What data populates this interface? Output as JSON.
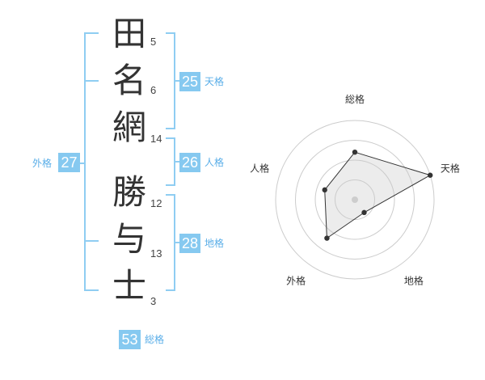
{
  "name_chars": [
    {
      "char": "田",
      "strokes": "5"
    },
    {
      "char": "名",
      "strokes": "6"
    },
    {
      "char": "網",
      "strokes": "14"
    },
    {
      "char": "勝",
      "strokes": "12"
    },
    {
      "char": "与",
      "strokes": "13"
    },
    {
      "char": "士",
      "strokes": "3"
    }
  ],
  "fortunes": {
    "tenkaku": {
      "value": "25",
      "label": "天格"
    },
    "jinkaku": {
      "value": "26",
      "label": "人格"
    },
    "chikaku": {
      "value": "28",
      "label": "地格"
    },
    "gaikaku": {
      "value": "27",
      "label": "外格"
    },
    "soukaku": {
      "value": "53",
      "label": "総格"
    }
  },
  "colors": {
    "accent": "#86c9f0",
    "accent_text": "#5aaee8",
    "bracket": "#8fcdf2",
    "text": "#333333"
  },
  "chart_data": {
    "type": "radar",
    "axes": [
      "総格",
      "天格",
      "地格",
      "外格",
      "人格"
    ],
    "values": [
      0.6,
      1.0,
      0.2,
      0.6,
      0.4
    ],
    "rings": 4,
    "grid": true
  }
}
